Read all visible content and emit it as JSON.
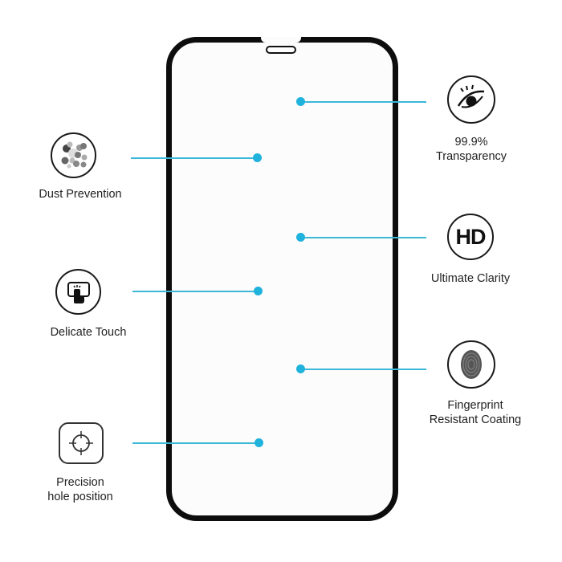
{
  "phone": {
    "accent_color": "#1fb2dc",
    "frame_color": "#0d0d0d"
  },
  "features": [
    {
      "id": "transparency",
      "icon": "eye-icon",
      "line1": "99.9%",
      "line2": "Transparency",
      "side": "right"
    },
    {
      "id": "dust",
      "icon": "dust-particles-icon",
      "line1": "Dust Prevention",
      "side": "left"
    },
    {
      "id": "clarity",
      "icon": "hd-icon",
      "icon_text": "HD",
      "line1": "Ultimate Clarity",
      "side": "right"
    },
    {
      "id": "touch",
      "icon": "touch-screen-icon",
      "line1": "Delicate Touch",
      "side": "left"
    },
    {
      "id": "fingerprint",
      "icon": "fingerprint-icon",
      "line1": "Fingerprint",
      "line2": "Resistant Coating",
      "side": "right"
    },
    {
      "id": "precision",
      "icon": "crosshair-icon",
      "line1": "Precision",
      "line2": "hole position",
      "side": "left"
    }
  ]
}
